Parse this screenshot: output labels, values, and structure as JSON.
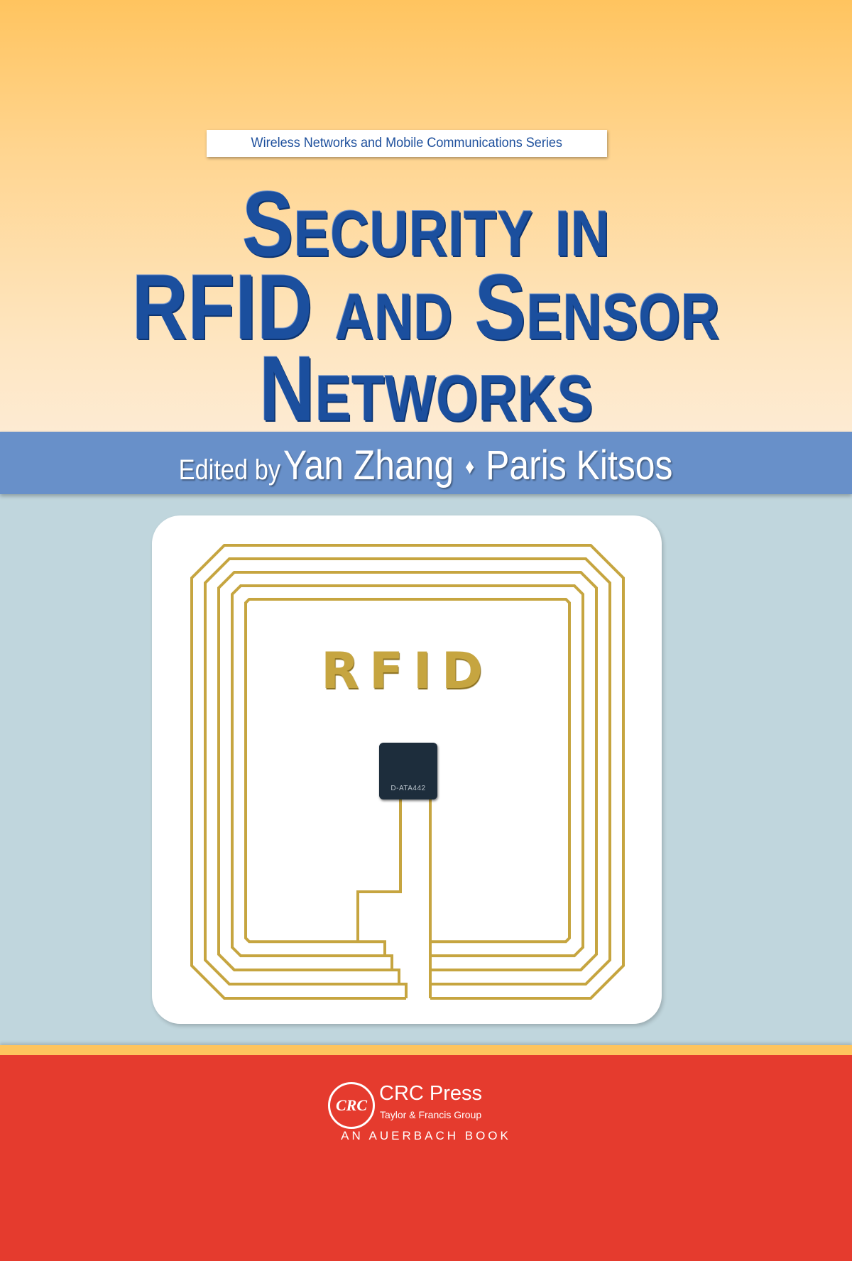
{
  "series": "Wireless Networks and Mobile Communications Series",
  "title": {
    "line1": "Security in",
    "line2": "RFID and Sensor",
    "line3": "Networks"
  },
  "editors": {
    "prefix": "Edited by",
    "editor1": "Yan Zhang",
    "separator": "♦",
    "editor2": "Paris Kitsos"
  },
  "illustration": {
    "label": "rfid",
    "chip_text": "D-ATA442"
  },
  "publisher": {
    "logo_text": "CRC",
    "name": "CRC Press",
    "group": "Taylor & Francis Group",
    "imprint": "AN AUERBACH BOOK"
  },
  "colors": {
    "title_blue": "#1b4f9e",
    "band_blue": "#6890c9",
    "background_blue": "#c0d6dd",
    "gold": "#c6a540",
    "red": "#e53b2e",
    "orange": "#ffc45f"
  }
}
